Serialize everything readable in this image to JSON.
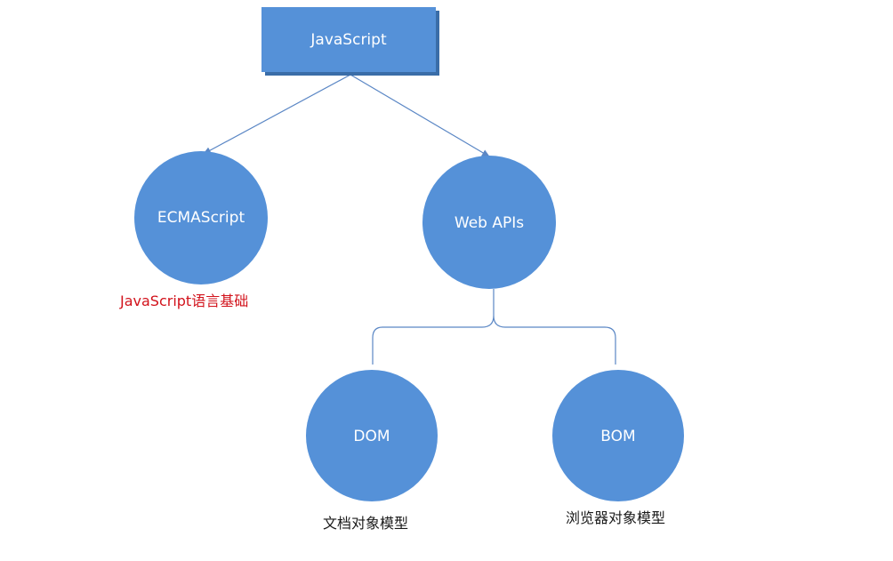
{
  "colors": {
    "node_fill": "#5591d8",
    "node_shadow": "#3a6da8",
    "connector": "#5b87c5",
    "node_text": "#ffffff",
    "red_caption": "#d2121b",
    "black_caption": "#1a1a1a"
  },
  "nodes": {
    "root": "JavaScript",
    "ecmascript": "ECMAScript",
    "web_apis": "Web APIs",
    "dom": "DOM",
    "bom": "BOM"
  },
  "captions": {
    "ecmascript": "JavaScript语言基础",
    "dom": "文档对象模型",
    "bom": "浏览器对象模型"
  }
}
